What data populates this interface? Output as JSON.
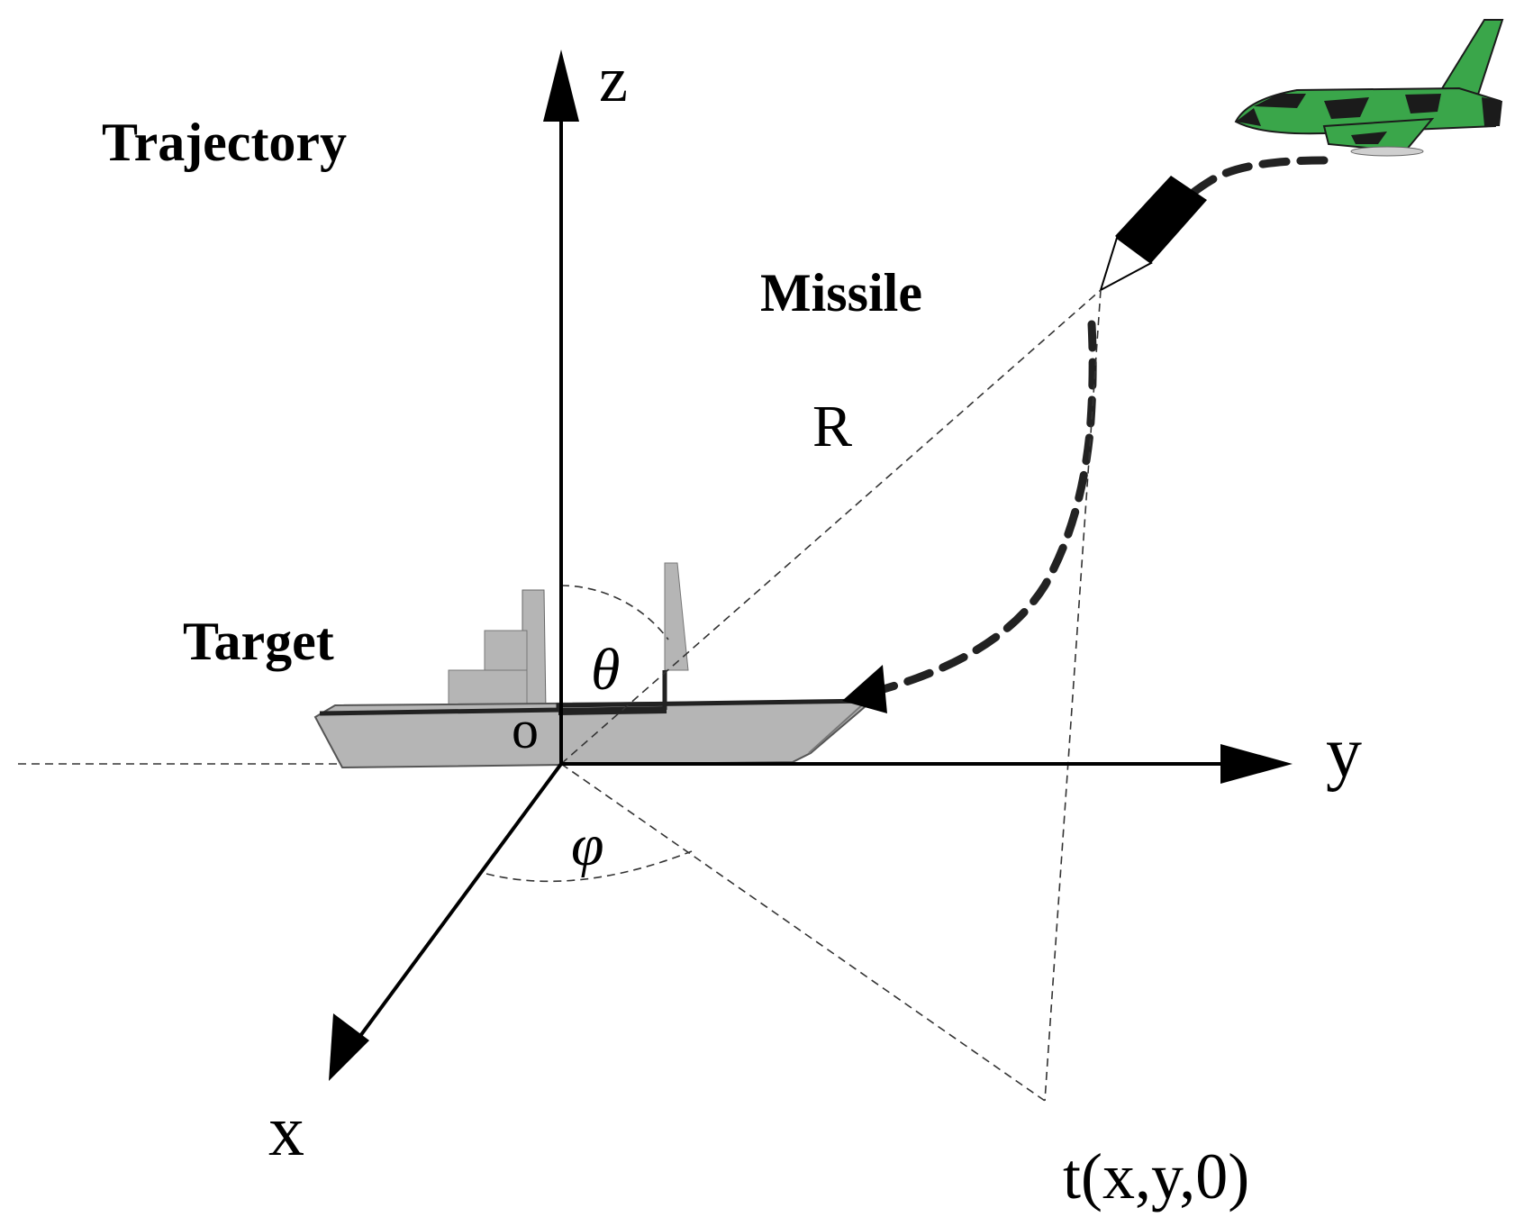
{
  "labels": {
    "trajectory": "Trajectory",
    "missile": "Missile",
    "target": "Target",
    "range": "R",
    "theta": "θ",
    "phi": "φ",
    "origin": "o",
    "axis_x": "x",
    "axis_y": "y",
    "axis_z": "z",
    "point_t": "t(x,y,0)"
  },
  "colors": {
    "ship_body": "#b5b5b5",
    "ship_dark": "#222222",
    "aircraft_body": "#3aa64a",
    "aircraft_dark": "#1b1b1b",
    "missile_body": "#000000"
  },
  "icons": {
    "ship": "ship-icon",
    "aircraft": "aircraft-icon",
    "missile": "missile-icon"
  }
}
